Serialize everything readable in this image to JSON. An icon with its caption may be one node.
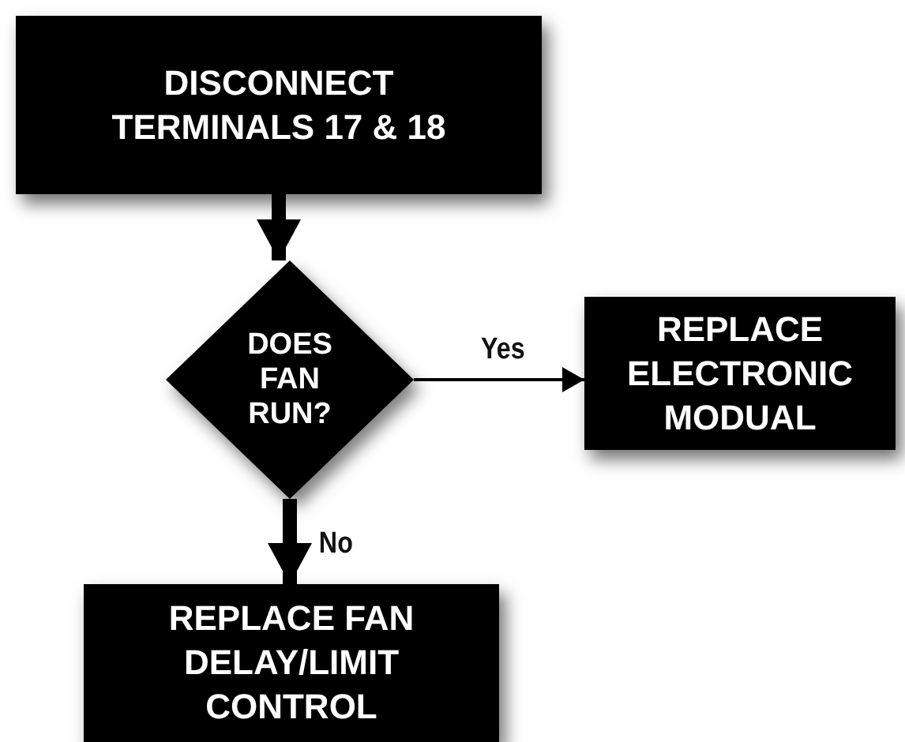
{
  "diagram": {
    "nodes": [
      {
        "text": [
          "DISCONNECT TERMINALS 17 & 18"
        ]
      },
      {
        "text": [
          "DOES FAN RUN?"
        ]
      },
      {
        "text": [
          "REPLACE ELECTRONIC MODUAL"
        ]
      },
      {
        "text": [
          "REPLACE FAN DELAY/LIMIT CONTROL"
        ]
      }
    ],
    "edges": [
      {
        "from": 0,
        "to": 1,
        "arrow": "to"
      },
      {
        "from": 1,
        "to": 2,
        "arrow": "to",
        "label": "Yes"
      },
      {
        "from": 1,
        "to": 3,
        "arrow": "to",
        "label": "No"
      }
    ]
  }
}
